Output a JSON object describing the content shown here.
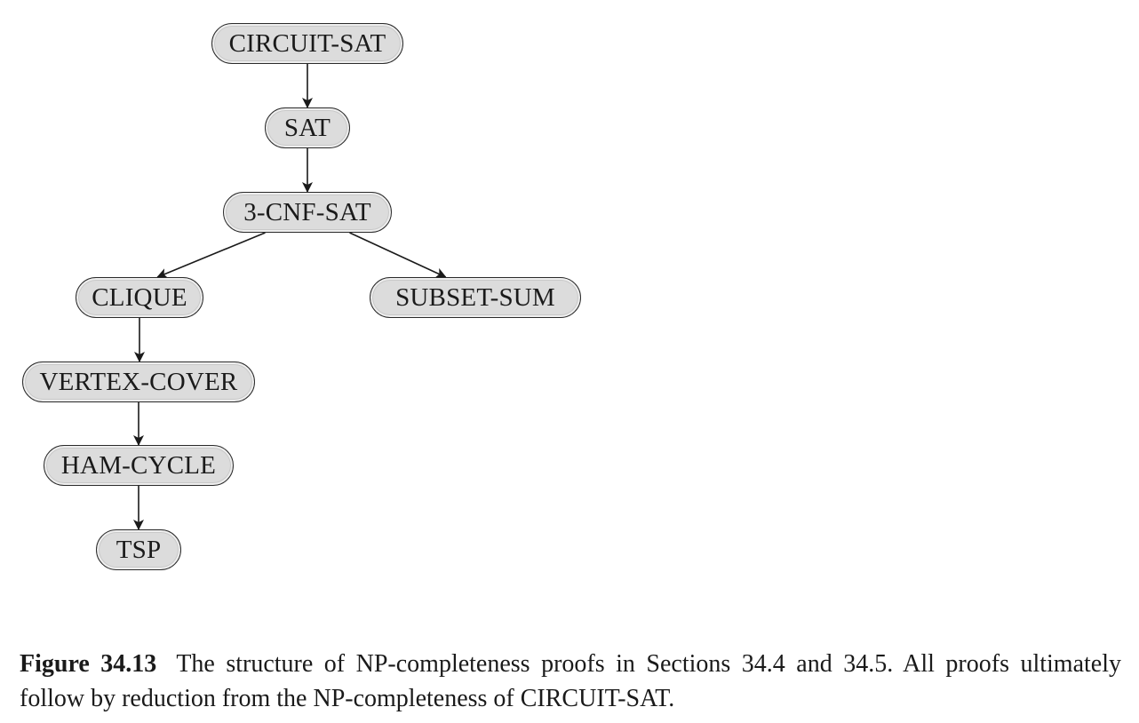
{
  "diagram": {
    "nodes": {
      "circuit_sat": "CIRCUIT-SAT",
      "sat": "SAT",
      "cnf3_sat": "3-CNF-SAT",
      "clique": "CLIQUE",
      "subset_sum": "SUBSET-SUM",
      "vertex_cover": "VERTEX-COVER",
      "ham_cycle": "HAM-CYCLE",
      "tsp": "TSP"
    },
    "edges": [
      {
        "from": "circuit_sat",
        "to": "sat"
      },
      {
        "from": "sat",
        "to": "cnf3_sat"
      },
      {
        "from": "cnf3_sat",
        "to": "clique"
      },
      {
        "from": "cnf3_sat",
        "to": "subset_sum"
      },
      {
        "from": "clique",
        "to": "vertex_cover"
      },
      {
        "from": "vertex_cover",
        "to": "ham_cycle"
      },
      {
        "from": "ham_cycle",
        "to": "tsp"
      }
    ]
  },
  "caption": {
    "label": "Figure 34.13",
    "text": "The structure of NP-completeness proofs in Sections 34.4 and 34.5. All proofs ultimately follow by reduction from the NP-completeness of CIRCUIT-SAT."
  }
}
